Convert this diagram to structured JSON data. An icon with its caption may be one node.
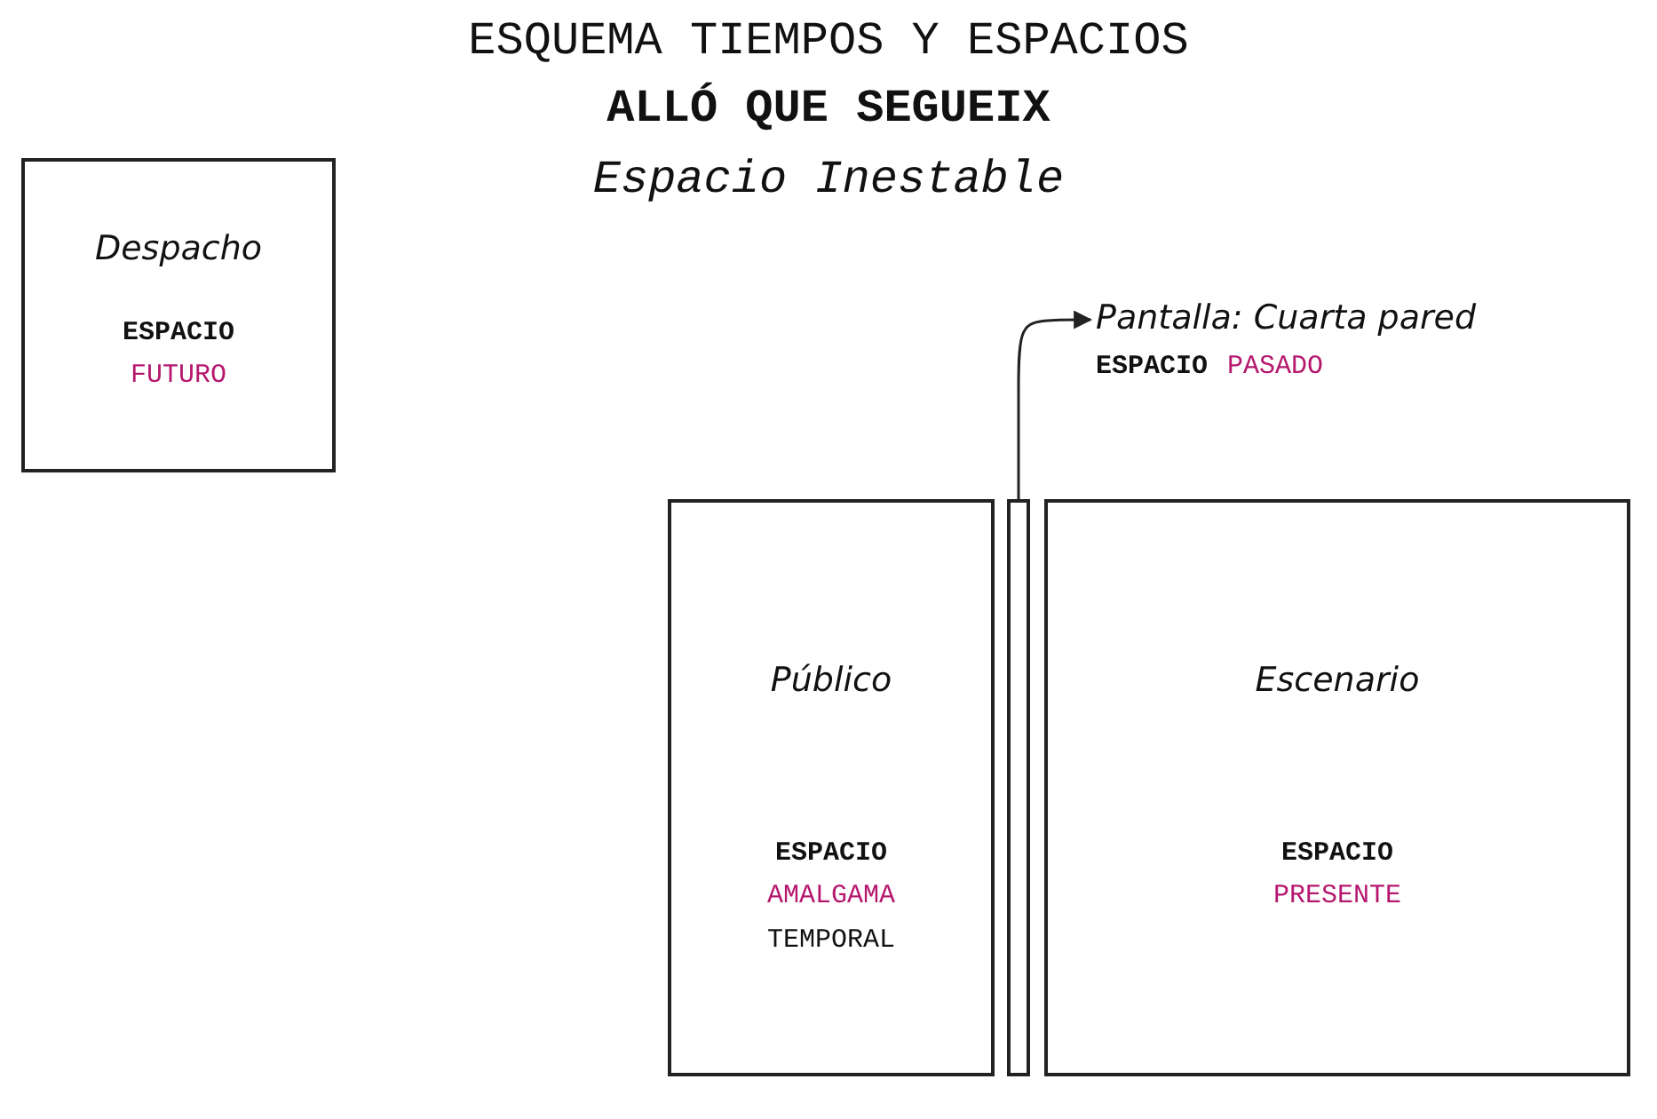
{
  "diagram": {
    "title": "ESQUEMA TIEMPOS Y ESPACIOS",
    "nodes": [
      {
        "text": [
          "Despacho",
          "ESPACIO",
          "FUTURO"
        ]
      },
      {
        "text": [
          "Pantalla: Cuarta pared",
          "ESPACIO",
          "PASADO"
        ]
      },
      {
        "text": [
          "Público",
          "ESPACIO",
          "AMALGAMA",
          "TEMPORAL"
        ]
      },
      {
        "text": [],
        "shape": "bar"
      },
      {
        "text": [
          "Escenario",
          "ESPACIO",
          "PRESENTE"
        ]
      }
    ],
    "edges": [
      {
        "from": 3,
        "to": 1,
        "arrow": "to"
      }
    ],
    "labels": [
      "ALLÓ QUE SEGUEIX",
      "Espacio Inestable"
    ]
  }
}
